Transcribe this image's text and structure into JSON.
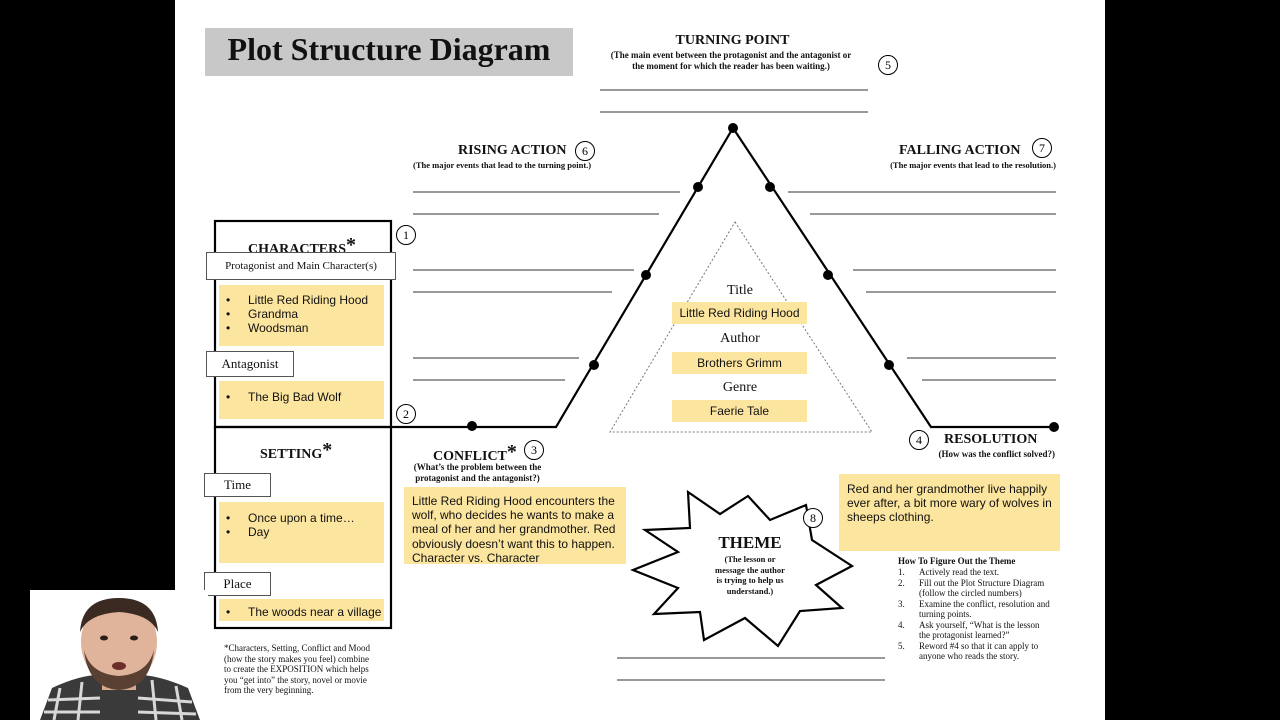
{
  "title": "Plot Structure Diagram",
  "turning_point": {
    "heading": "TURNING POINT",
    "desc1": "(The main event between the protagonist and the antagonist or",
    "desc2": "the moment for which the reader has been waiting.)",
    "num": "5"
  },
  "rising_action": {
    "heading": "RISING ACTION",
    "desc": "(The major events that lead to the turning point.)",
    "num": "6"
  },
  "falling_action": {
    "heading": "FALLING ACTION",
    "desc": "(The major events that lead to the resolution.)",
    "num": "7"
  },
  "characters": {
    "heading": "CHARACTERS",
    "star": "*",
    "num": "1",
    "protagonist_label": "Protagonist and Main Character(s)",
    "protagonists": [
      "Little Red Riding Hood",
      "Grandma",
      "Woodsman"
    ],
    "antagonist_label": "Antagonist",
    "antagonist": "The Big Bad Wolf",
    "num2": "2"
  },
  "setting": {
    "heading": "SETTING",
    "star": "*",
    "time_label": "Time",
    "times": [
      "Once upon a time…",
      "Day"
    ],
    "place_label": "Place",
    "place": "The woods near a village"
  },
  "conflict": {
    "heading": "CONFLICT",
    "star": "*",
    "num": "3",
    "desc1": "(What’s the problem between the",
    "desc2": "protagonist and the antagonist?)",
    "text": "Little Red Riding Hood encounters the wolf, who decides he wants to make a meal of her and her grandmother. Red obviously doesn’t want this to happen. Character vs. Character"
  },
  "resolution": {
    "heading": "RESOLUTION",
    "num": "4",
    "desc": "(How was the conflict solved?)",
    "text": "Red and her grandmother live happily ever after, a bit more wary of wolves in sheeps clothing."
  },
  "center": {
    "title_label": "Title",
    "title_value": "Little Red Riding Hood",
    "author_label": "Author",
    "author_value": "Brothers Grimm",
    "genre_label": "Genre",
    "genre_value": "Faerie Tale"
  },
  "theme": {
    "heading": "THEME",
    "num": "8",
    "desc": [
      "(The lesson or",
      "message the author",
      "is trying to help us",
      "understand.)"
    ]
  },
  "how_to": {
    "heading": "How To Figure Out the Theme",
    "steps": [
      [
        "1.",
        "Actively read the text."
      ],
      [
        "2.",
        "Fill out the Plot Structure Diagram",
        "(follow the circled numbers)"
      ],
      [
        "3.",
        "Examine the conflict, resolution and",
        "turning points."
      ],
      [
        "4.",
        "Ask yourself, “What is the lesson",
        "the protagonist learned?”"
      ],
      [
        "5.",
        "Reword #4 so that it can apply to",
        "anyone who reads the story."
      ]
    ]
  },
  "footnote": [
    "*Characters, Setting, Conflict and Mood",
    "(how the story makes you feel) combine",
    "to create the EXPOSITION which helps",
    "you “get into” the story, novel or movie",
    "from the very beginning."
  ]
}
